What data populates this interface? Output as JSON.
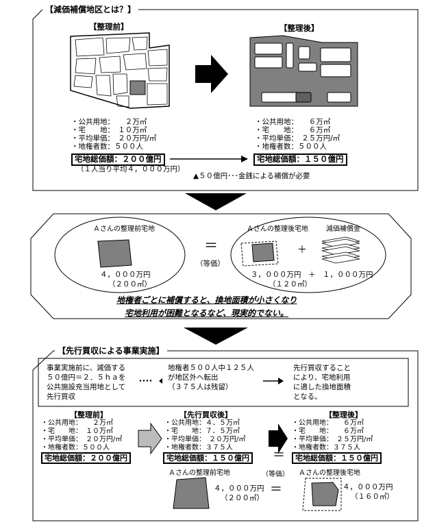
{
  "section1": {
    "title": "【減価補償地区とは？】",
    "before_label": "【整理前】",
    "after_label": "【整理後】",
    "before_stats": [
      "・公共用地：　　２万㎡",
      "・宅　　地：　１０万㎡",
      "・平均単価：　２０万円/㎡",
      "・地権者数：５００人"
    ],
    "after_stats": [
      "・公共用地：　　６万㎡",
      "・宅　　地：　　６万㎡",
      "・平均単価：　２５万円/㎡",
      "・地権者数：５００人"
    ],
    "before_total": "宅地総価額：２００億円",
    "before_note": "（１人当り平均４，０００万円）",
    "after_total": "宅地総価額：１５０億円",
    "compensation": "▲５０億円･･･金銭による補償が必要"
  },
  "section2": {
    "left_title": "Ａさんの整理前宅地",
    "left_value": "４，０００万円",
    "left_area": "（２００㎡）",
    "equal": "＝",
    "equiv": "（等価）",
    "right_title": "Ａさんの整理後宅地",
    "right_money_title": "減価補償金",
    "plus": "＋",
    "right_values": "３，０００万円　＋　１，０００万円",
    "right_area": "（１２０㎡）",
    "conclusion1": "地権者ごとに補償すると、換地面積が小さくなり",
    "conclusion2": "宅地利用が困難となるなど、現実的でない。"
  },
  "section3": {
    "title": "【先行買収による事業実施】",
    "step1": [
      "事業実施前に、減価する",
      "５０億円＝２．５ｈａを",
      "公共施設充当用地として",
      "先行買収"
    ],
    "dots": "････",
    "step2": [
      "地権者５００人中１２５人",
      "が地区外へ転出",
      "（３７５人は残留）"
    ],
    "step3": [
      "先行買収すること",
      "により、宅地利用",
      "に適した換地面積",
      "となる。"
    ],
    "col1_label": "【整理前】",
    "col1_stats": [
      "・公共用地：　　２万㎡",
      "・宅　　地：　１０万㎡",
      "・平均単価：　２０万円/㎡",
      "・地権者数：５００人"
    ],
    "col1_total": "宅地総価額：２００億円",
    "col2_label": "【先行買収後】",
    "col2_stats": [
      "・公共用地：４．５万㎡",
      "・宅　　地：７．５万㎡",
      "・平均単価：　２０万円/㎡",
      "・地権者数：３７５人"
    ],
    "col2_total": "宅地総価額：１５０億円",
    "col3_label": "【整理後】",
    "col3_stats": [
      "・公共用地：　　６万㎡",
      "・宅　　地：　　６万㎡",
      "・平均単価：　２５万円/㎡",
      "・地権者数：３７５人"
    ],
    "col3_total": "宅地総価額：１５０億円",
    "eq1": "＝",
    "eq2": "＝",
    "equiv": "（等価）",
    "lot_before_title": "Ａさんの整理前宅地",
    "lot_before_value": "４，０００万円",
    "lot_before_area": "（２００㎡）",
    "lot_after_title": "Ａさんの整理後宅地",
    "lot_after_value": "４，０００万円",
    "lot_after_area": "（１６０㎡）"
  }
}
